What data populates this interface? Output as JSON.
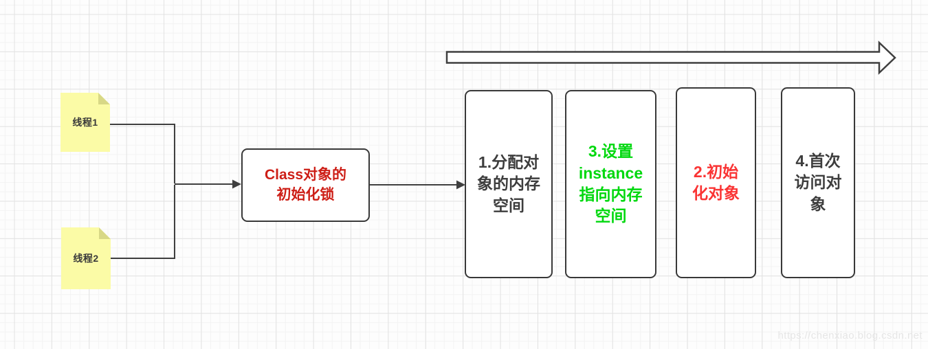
{
  "colors": {
    "connector": "#3f3f3f",
    "box_border": "#383838",
    "box_fill": "#ffffff",
    "note_fill": "#fbfba6",
    "note_fold": "#d8d886",
    "note_text": "#3a3a3a",
    "lock_text": "#cd1e16",
    "watermark_text": "#e6e6e6",
    "grid_minor": "#f3f3f3",
    "grid_major": "#e2e2e2"
  },
  "notes": [
    {
      "label": "线程1"
    },
    {
      "label": "线程2"
    }
  ],
  "lock_box": {
    "label": "Class对象的\n初始化锁"
  },
  "steps": [
    {
      "label": "1.分配对\n象的内存\n空间",
      "color": "#3d3d3d"
    },
    {
      "label": "3.设置\ninstance\n指向内存\n空间",
      "color": "#00d80e"
    },
    {
      "label": "2.初始\n化对象",
      "color": "#fa3434"
    },
    {
      "label": "4.首次\n访问对\n象",
      "color": "#3d3d3d"
    }
  ],
  "watermark": "https://chenxiao.blog.csdn.net"
}
